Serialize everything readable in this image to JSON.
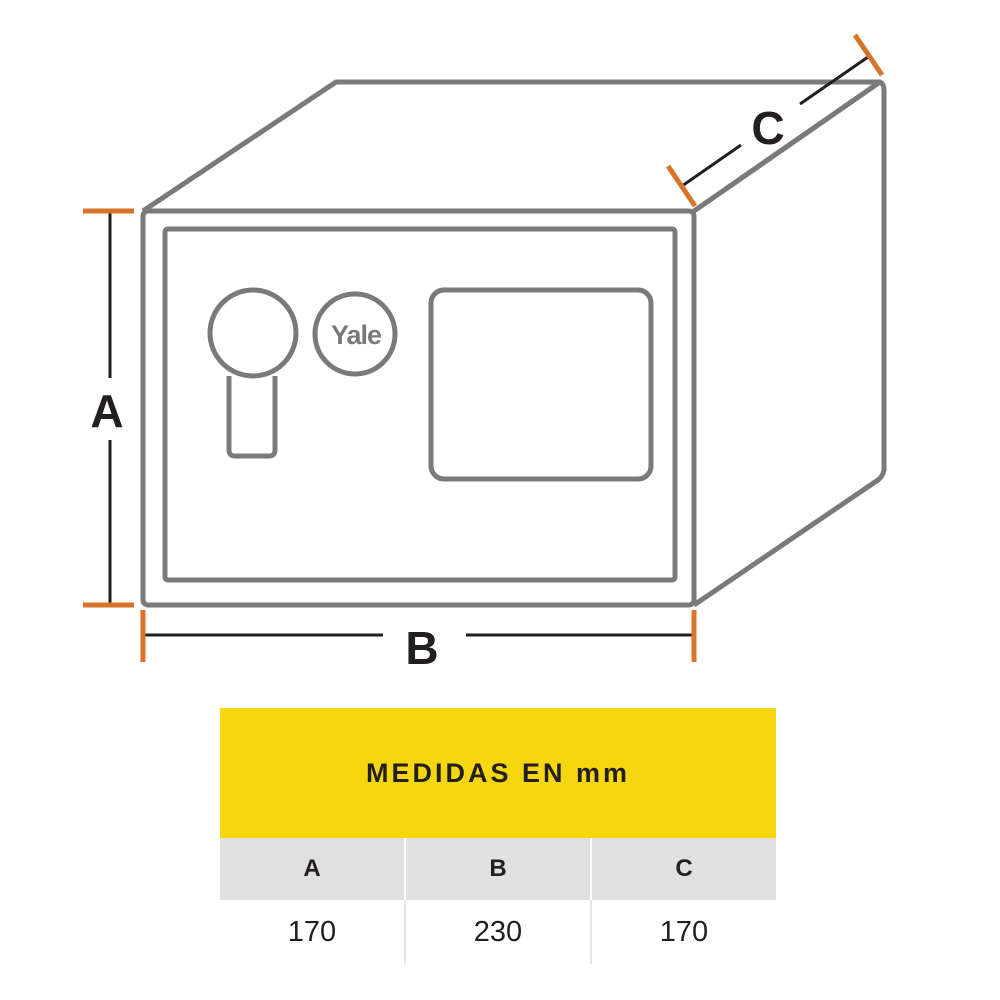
{
  "diagram": {
    "brand_logo": "Yale",
    "dimension_labels": {
      "a": "A",
      "b": "B",
      "c": "C"
    },
    "colors": {
      "outline": "#7a7a7a",
      "dimension_marker": "#d7742a",
      "dimension_line": "#231f20"
    }
  },
  "table": {
    "title": "MEDIDAS EN mm",
    "headers": [
      "A",
      "B",
      "C"
    ],
    "values": [
      "170",
      "230",
      "170"
    ],
    "colors": {
      "title_background": "#f5d60f",
      "header_background": "#e0e0e0"
    }
  }
}
